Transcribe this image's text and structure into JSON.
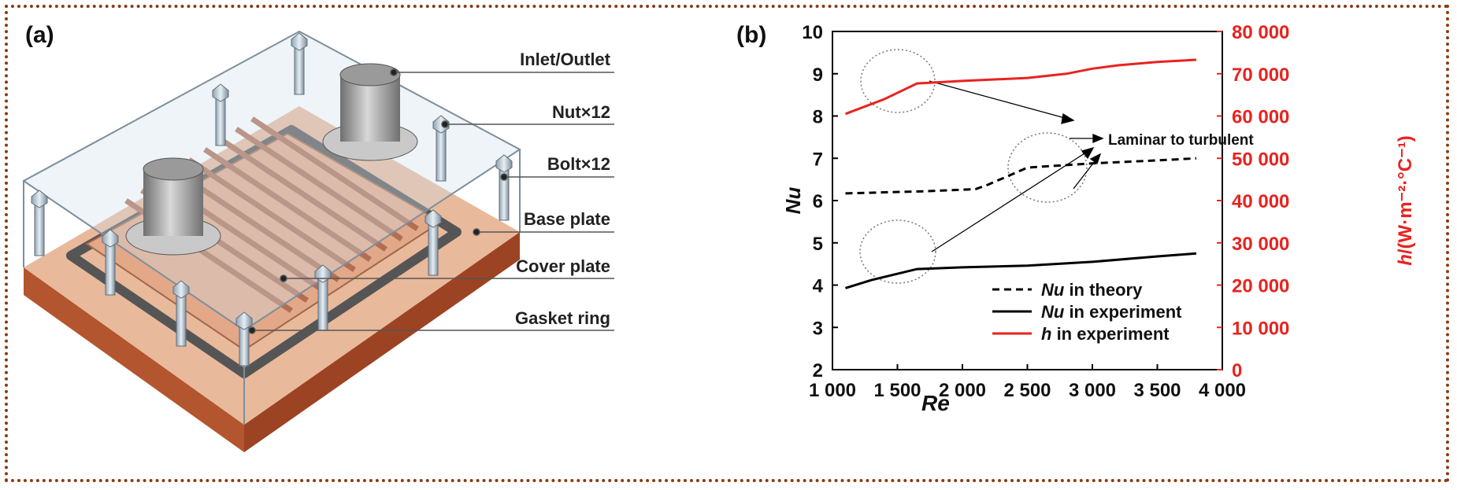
{
  "panel_a": {
    "label": "(a)",
    "callouts": [
      "Inlet/Outlet",
      "Nut×12",
      "Bolt×12",
      "Base plate",
      "Cover plate",
      "Gasket ring"
    ]
  },
  "panel_b": {
    "label": "(b)"
  },
  "chart_data": {
    "type": "line",
    "xlabel": "Re",
    "ylabel_left": "Nu",
    "ylabel_right": "h/(W·m⁻²·°C⁻¹)",
    "xlim": [
      1000,
      4000
    ],
    "ylim_left": [
      2,
      10
    ],
    "ylim_right": [
      0,
      80000
    ],
    "x_ticks": [
      "1 000",
      "1 500",
      "2 000",
      "2 500",
      "3 000",
      "3 500",
      "4 000"
    ],
    "y_left_ticks": [
      "2",
      "3",
      "4",
      "5",
      "6",
      "7",
      "8",
      "9",
      "10"
    ],
    "y_right_ticks": [
      "0",
      "10 000",
      "20 000",
      "30 000",
      "40 000",
      "50 000",
      "60 000",
      "70 000",
      "80 000"
    ],
    "annotation": "Laminar to turbulent",
    "legend_position": "bottom-right",
    "colors": {
      "nu_theory": "#000000",
      "nu_experiment": "#000000",
      "h_experiment": "#e8231f",
      "right_axis": "#e8231f"
    },
    "series": [
      {
        "key": "nu_theory",
        "legend_prefix": "Nu",
        "legend_suffix": " in theory",
        "style": "dashed",
        "axis": "left",
        "x": [
          1100,
          1700,
          2100,
          2200,
          2500,
          3000,
          3500,
          3800
        ],
        "y": [
          6.17,
          6.22,
          6.27,
          6.38,
          6.78,
          6.88,
          6.95,
          7.0
        ]
      },
      {
        "key": "nu_experiment",
        "legend_prefix": "Nu",
        "legend_suffix": " in experiment",
        "style": "solid",
        "axis": "left",
        "x": [
          1100,
          1300,
          1650,
          2000,
          2500,
          3000,
          3500,
          3800
        ],
        "y": [
          3.93,
          4.12,
          4.38,
          4.42,
          4.46,
          4.55,
          4.68,
          4.75
        ]
      },
      {
        "key": "h_experiment",
        "legend_prefix": "h",
        "legend_suffix": " in experiment",
        "style": "solid",
        "axis": "right",
        "x": [
          1100,
          1400,
          1650,
          2000,
          2500,
          2800,
          3000,
          3200,
          3500,
          3800
        ],
        "y": [
          60500,
          64000,
          67700,
          68300,
          69000,
          70000,
          71200,
          72000,
          72800,
          73300
        ]
      }
    ]
  }
}
